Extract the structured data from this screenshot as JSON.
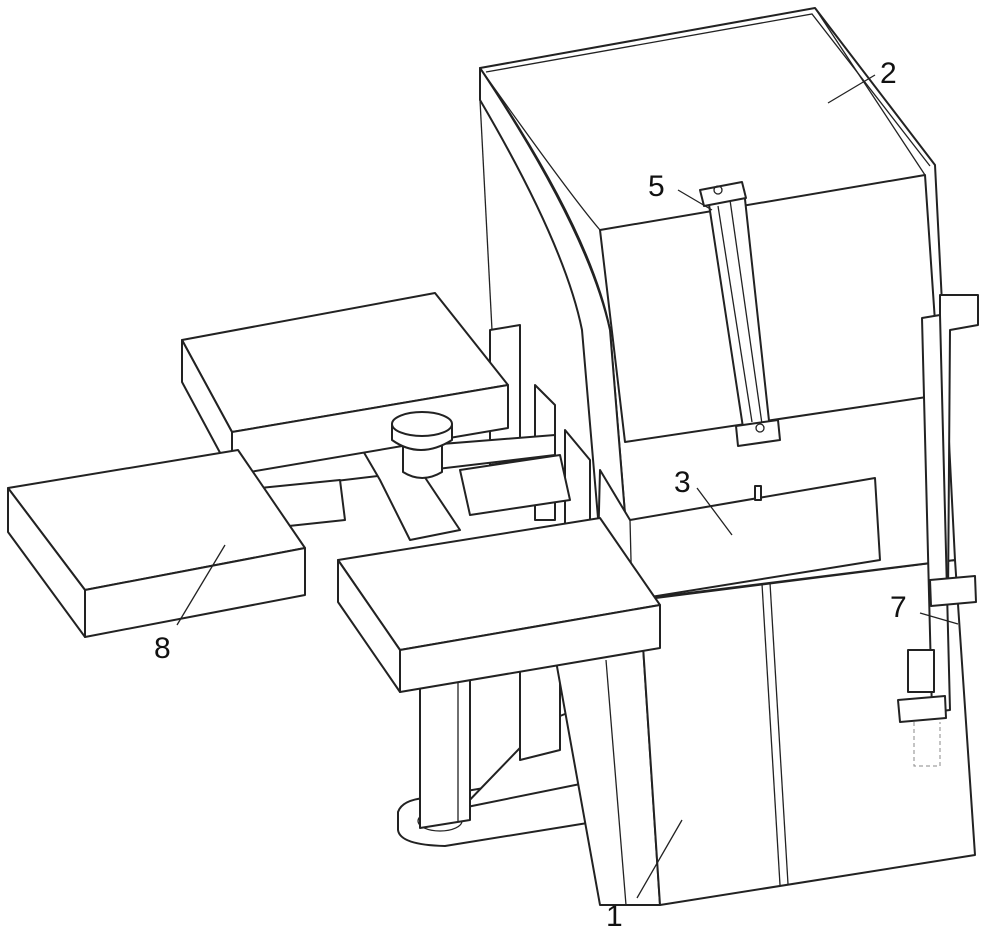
{
  "callouts": [
    {
      "id": "base-column",
      "text": "1"
    },
    {
      "id": "upper-housing",
      "text": "2"
    },
    {
      "id": "middle-band",
      "text": "3"
    },
    {
      "id": "slide-track",
      "text": "5"
    },
    {
      "id": "side-arm",
      "text": "7"
    },
    {
      "id": "turntable-plate",
      "text": "8"
    }
  ],
  "colors": {
    "line": "#222222",
    "fill": "#ffffff"
  }
}
